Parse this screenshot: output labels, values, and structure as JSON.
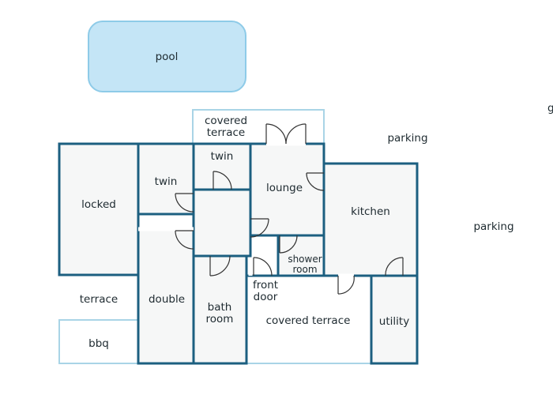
{
  "labels": {
    "pool": "pool",
    "covered_terrace_top_1": "covered",
    "covered_terrace_top_2": "terrace",
    "parking_top": "parking",
    "parking_right": "parking",
    "edge_glyph": "g",
    "locked": "locked",
    "twin_left": "twin",
    "twin_top": "twin",
    "lounge": "lounge",
    "kitchen": "kitchen",
    "shower_1": "shower",
    "shower_2": "room",
    "front_door_1": "front",
    "front_door_2": "door",
    "terrace": "terrace",
    "double": "double",
    "bath_1": "bath",
    "bath_2": "room",
    "covered_terrace_bottom": "covered terrace",
    "utility": "utility",
    "bbq": "bbq"
  },
  "colors": {
    "wall": "#1c5f80",
    "pool_fill": "#c4e5f6",
    "pool_stroke": "#8ecbe8",
    "room_fill": "#f6f7f7",
    "outline": "#a9d4e6"
  }
}
